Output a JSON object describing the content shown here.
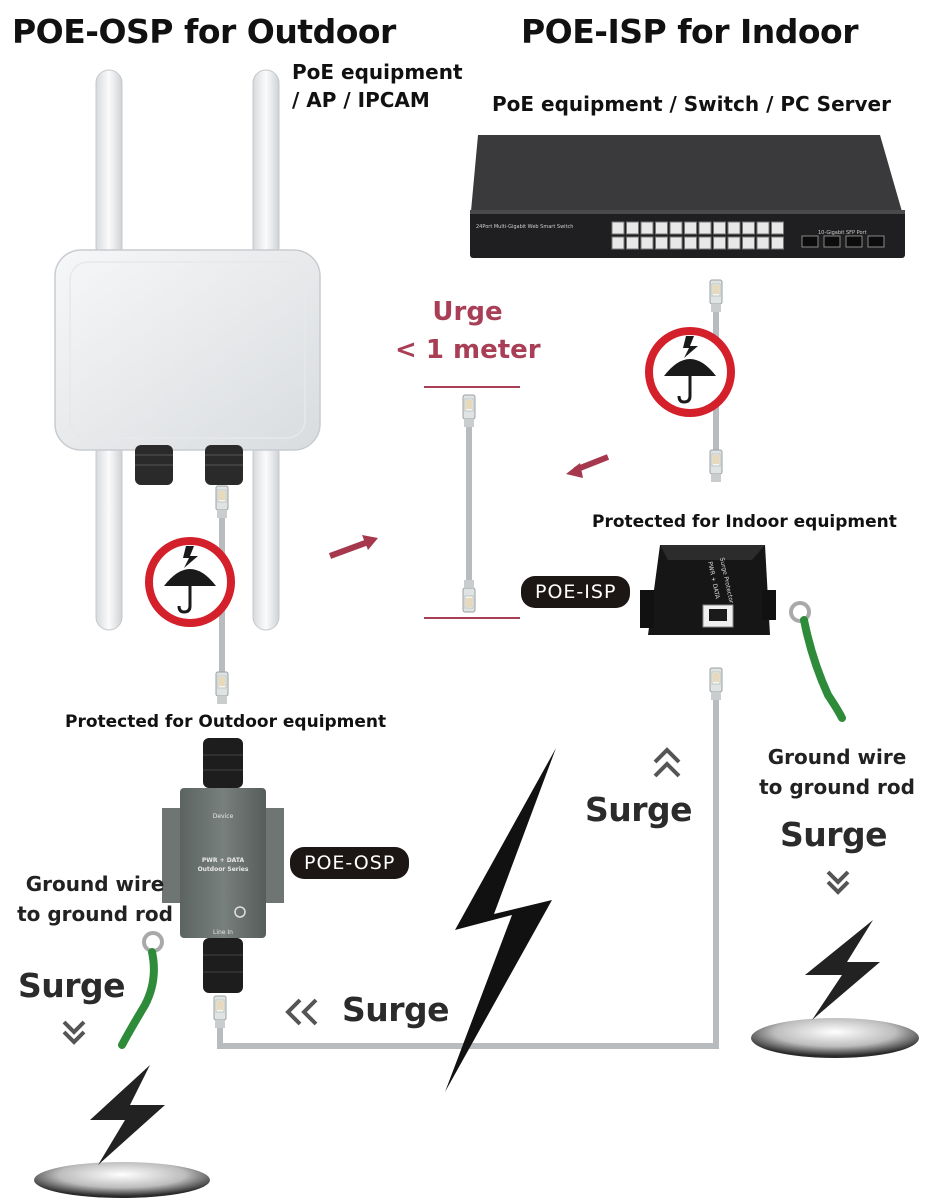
{
  "titles": {
    "outdoor": "POE-OSP for Outdoor",
    "indoor": "POE-ISP for Indoor"
  },
  "captions": {
    "outdoor_equipment_line1": "PoE equipment",
    "outdoor_equipment_line2": "/ AP / IPCAM",
    "indoor_equipment": "PoE equipment  / Switch / PC Server",
    "protected_indoor": "Protected for Indoor equipment",
    "protected_outdoor": "Protected for Outdoor equipment",
    "urge_line1": "Urge",
    "urge_line2": "< 1 meter"
  },
  "labels": {
    "poe_isp": "POE-ISP",
    "poe_osp": "POE-OSP"
  },
  "device_text": {
    "switch_model": "24Port Multi-Gigabit Web Smart Switch",
    "switch_sfp": "10-Gigabit SFP Port",
    "isp_face": "PWR + DATA",
    "isp_face2": "Surge Protector",
    "osp_top": "Device",
    "osp_mid1": "PWR + DATA",
    "osp_mid2": "Outdoor Series",
    "osp_bottom": "Line In"
  },
  "ground": {
    "left_line1": "Ground wire",
    "left_line2": "to ground rod",
    "right_line1": "Ground wire",
    "right_line2": "to ground rod"
  },
  "surge": {
    "label": "Surge"
  },
  "colors": {
    "accent_red": "#d3202a",
    "urge_text": "#a93f56",
    "arrow": "#a6384e",
    "ground_wire": "#2e8b3a",
    "cable": "#b9bcbf",
    "bolt": "#111111"
  }
}
